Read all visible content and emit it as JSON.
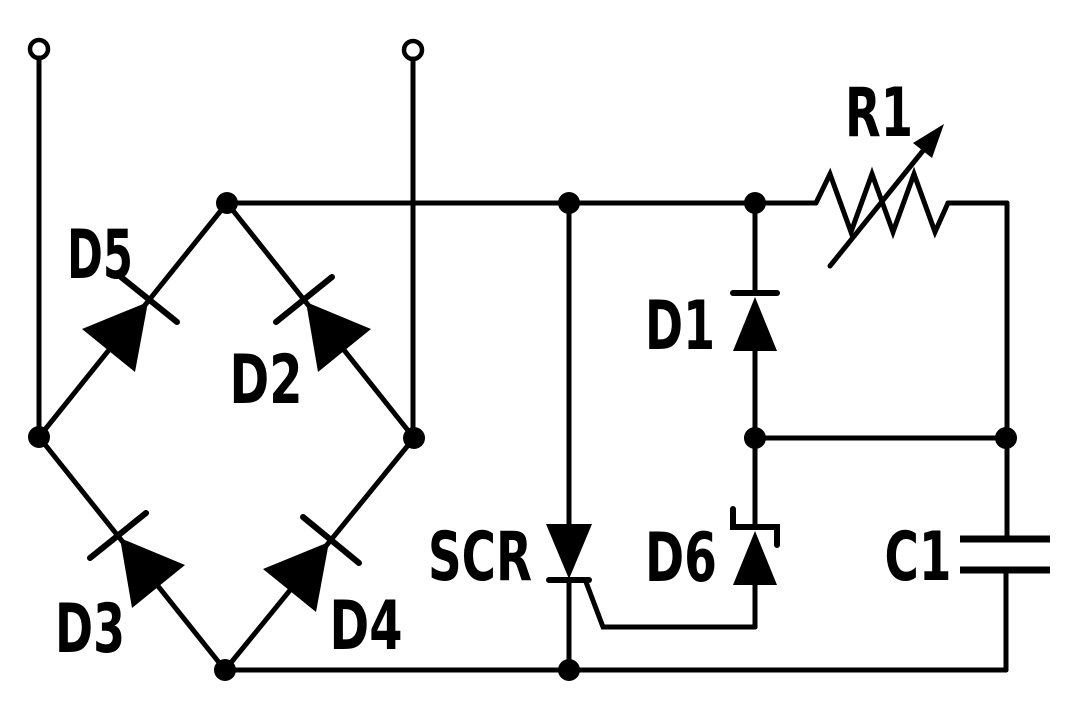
{
  "diagram": {
    "kind": "circuit-schematic",
    "background_color": "#ffffff",
    "line_color": "#000000",
    "components": {
      "d5": {
        "label": "D5",
        "type": "diode-bridge-arm"
      },
      "d2": {
        "label": "D2",
        "type": "diode-bridge-arm"
      },
      "d3": {
        "label": "D3",
        "type": "diode-bridge-arm"
      },
      "d4": {
        "label": "D4",
        "type": "diode-bridge-arm"
      },
      "d1": {
        "label": "D1",
        "type": "diode"
      },
      "d6": {
        "label": "D6",
        "type": "zener-diode"
      },
      "scr": {
        "label": "SCR",
        "type": "thyristor"
      },
      "r1": {
        "label": "R1",
        "type": "variable-resistor"
      },
      "c1": {
        "label": "C1",
        "type": "capacitor"
      }
    }
  }
}
